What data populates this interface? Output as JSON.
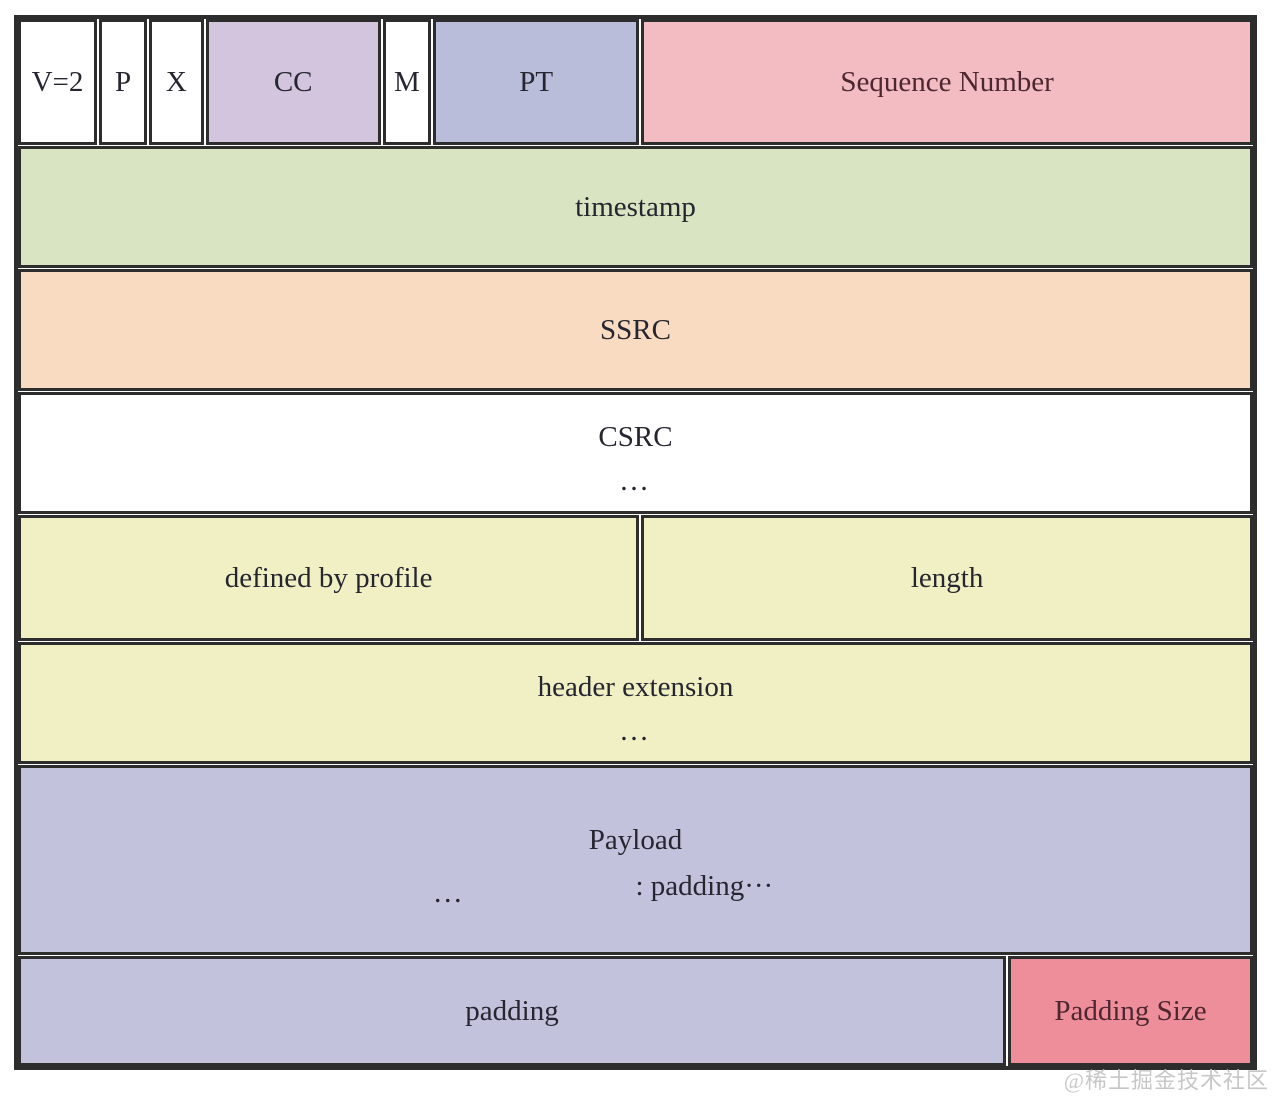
{
  "colors": {
    "outline": "#2e2d2e",
    "white_fill": "#ffffff",
    "cc_fill": "#d4c5df",
    "pt_fill": "#b9bdd9",
    "sequence_fill": "#f3bcc3",
    "timestamp_fill": "#d9e5c2",
    "ssrc_fill": "#f9dbc1",
    "csrc_fill": "#ffffff",
    "extension_fill": "#f1f0c5",
    "payload_fill": "#c2c2dd",
    "padding_size_fill": "#ef8e9b",
    "text_default": "#262630",
    "text_maroon": "#4d2730",
    "watermark_gray": "#c7c7c7"
  },
  "row1": {
    "fields": [
      {
        "label": "V=2"
      },
      {
        "label": "P"
      },
      {
        "label": "X"
      },
      {
        "label": "CC"
      },
      {
        "label": "M"
      },
      {
        "label": "PT"
      },
      {
        "label": "Sequence Number"
      }
    ]
  },
  "rows": {
    "timestamp": {
      "label": "timestamp"
    },
    "ssrc": {
      "label": "SSRC"
    },
    "csrc": {
      "label": "CSRC",
      "ellipsis": "…"
    },
    "defined_by_profile": {
      "label": "defined by profile"
    },
    "length": {
      "label": "length"
    },
    "header_extension": {
      "label": "header extension",
      "ellipsis": "…"
    },
    "payload": {
      "label": "Payload",
      "ellipsis": "…",
      "padding_note": ": padding···"
    },
    "padding": {
      "label": "padding"
    },
    "padding_size": {
      "label": "Padding Size"
    }
  },
  "watermark": {
    "label": "@稀土掘金技术社区"
  }
}
